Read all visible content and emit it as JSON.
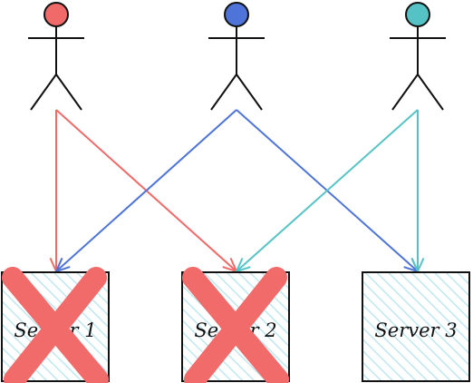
{
  "colors": {
    "red": "#f06a6a",
    "blue": "#4f74d9",
    "teal": "#55c3c6",
    "line": "#111111",
    "hatch": "#bfe7ef",
    "cross": "#f26b6b"
  },
  "users": [
    {
      "color": "red"
    },
    {
      "color": "blue"
    },
    {
      "color": "teal"
    }
  ],
  "servers": [
    {
      "label": "Server 1",
      "failed": true
    },
    {
      "label": "Server 2",
      "failed": true
    },
    {
      "label": "Server 3",
      "failed": false
    }
  ],
  "connections": [
    {
      "from": 0,
      "to": 0,
      "color": "red"
    },
    {
      "from": 0,
      "to": 1,
      "color": "red"
    },
    {
      "from": 1,
      "to": 0,
      "color": "blue"
    },
    {
      "from": 1,
      "to": 2,
      "color": "blue"
    },
    {
      "from": 2,
      "to": 1,
      "color": "teal"
    },
    {
      "from": 2,
      "to": 2,
      "color": "teal"
    }
  ]
}
